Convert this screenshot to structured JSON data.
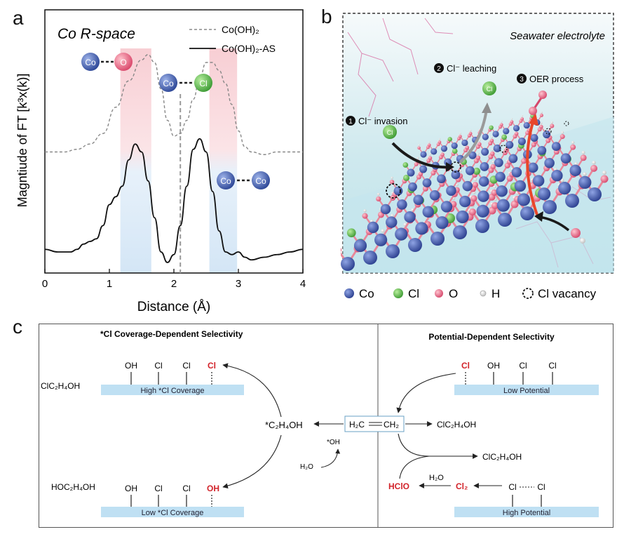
{
  "panel_labels": {
    "a": "a",
    "b": "b",
    "c": "c"
  },
  "chart_data": {
    "type": "line",
    "title": "Co R-space",
    "xlabel": "Distance (Å)",
    "ylabel": "Magntiude of FT [k³x(k)]",
    "xlim": [
      0,
      4
    ],
    "xticks": [
      "0",
      "1",
      "2",
      "3",
      "4"
    ],
    "legend_position": "top-right",
    "series": [
      {
        "name": "Co(OH)₂",
        "style": "dashed",
        "color": "#888888",
        "x": [
          0,
          0.3,
          0.5,
          0.7,
          0.9,
          1.1,
          1.3,
          1.5,
          1.6,
          1.7,
          1.8,
          1.9,
          2.0,
          2.1,
          2.2,
          2.3,
          2.4,
          2.5,
          2.6,
          2.7,
          2.8,
          2.9,
          3.0,
          3.1,
          3.2,
          3.4,
          3.6,
          3.8,
          4.0
        ],
        "y": [
          0.46,
          0.46,
          0.47,
          0.49,
          0.53,
          0.63,
          0.73,
          0.81,
          0.83,
          0.8,
          0.7,
          0.58,
          0.52,
          0.53,
          0.58,
          0.66,
          0.74,
          0.8,
          0.8,
          0.77,
          0.72,
          0.64,
          0.54,
          0.48,
          0.46,
          0.45,
          0.46,
          0.46,
          0.46
        ]
      },
      {
        "name": "Co(OH)₂-AS",
        "style": "solid",
        "color": "#111111",
        "x": [
          0,
          0.2,
          0.4,
          0.5,
          0.6,
          0.7,
          0.8,
          0.9,
          1.0,
          1.1,
          1.2,
          1.3,
          1.4,
          1.5,
          1.6,
          1.7,
          1.8,
          1.9,
          2.0,
          2.1,
          2.2,
          2.3,
          2.4,
          2.5,
          2.6,
          2.7,
          2.8,
          2.9,
          3.0,
          3.1,
          3.2,
          3.4,
          3.6,
          3.8,
          4.0
        ],
        "y": [
          0.09,
          0.08,
          0.08,
          0.09,
          0.11,
          0.12,
          0.13,
          0.18,
          0.26,
          0.29,
          0.33,
          0.43,
          0.49,
          0.46,
          0.35,
          0.21,
          0.08,
          0.04,
          0.07,
          0.18,
          0.33,
          0.47,
          0.51,
          0.46,
          0.31,
          0.16,
          0.08,
          0.07,
          0.08,
          0.06,
          0.05,
          0.06,
          0.07,
          0.08,
          0.09
        ]
      }
    ],
    "annotations": {
      "co_o": {
        "a": "Co",
        "b": "O"
      },
      "co_cl": {
        "a": "Co",
        "b": "Cl"
      },
      "co_co": {
        "a": "Co",
        "b": "Co"
      },
      "reference_line_x": 2.1
    },
    "shaded_regions": [
      {
        "x0": 1.17,
        "x1": 1.65,
        "top_color": "#f7c9cf",
        "bottom_color": "#cfe3f5"
      },
      {
        "x0": 2.55,
        "x1": 2.98,
        "top_color": "#f7c9cf",
        "bottom_color": "#cfe3f5"
      }
    ]
  },
  "panel_b": {
    "title": "Seawater electrolyte",
    "steps": [
      {
        "num": "1",
        "text": "Cl⁻ invasion"
      },
      {
        "num": "2",
        "text": "Cl⁻ leaching"
      },
      {
        "num": "3",
        "text": "OER process"
      }
    ],
    "atom_cl_label": "Cl",
    "legend": [
      {
        "label": "Co",
        "color": "#3f57a8"
      },
      {
        "label": "Cl",
        "color": "#58b84a"
      },
      {
        "label": "O",
        "color": "#e46f86"
      },
      {
        "label": "H",
        "color": "#eeeeee"
      },
      {
        "label": "Cl vacancy",
        "color": "none"
      }
    ],
    "colors": {
      "co": "#3f57a8",
      "cl": "#58b84a",
      "o": "#e46f86",
      "h": "#f2f2f2",
      "bond": "#e8889a"
    }
  },
  "panel_c": {
    "left_title": "*Cl Coverage-Dependent Selectivity",
    "right_title": "Potential-Dependent Selectivity",
    "high_coverage": {
      "bar": "High *Cl Coverage",
      "groups": [
        "OH",
        "Cl",
        "Cl",
        "Cl"
      ],
      "product": "ClC₂H₄OH"
    },
    "low_coverage": {
      "bar": "Low *Cl Coverage",
      "groups": [
        "OH",
        "Cl",
        "Cl",
        "OH"
      ],
      "product": "HOC₂H₄OH"
    },
    "intermediate": "*C₂H₄OH",
    "ethylene": {
      "left": "H₂C",
      "right": "CH₂"
    },
    "oh_reagent": "*OH",
    "water": "H₂O",
    "low_potential": {
      "bar": "Low Potential",
      "groups": [
        "Cl",
        "OH",
        "Cl",
        "Cl"
      ]
    },
    "high_potential": {
      "bar": "High Potential",
      "cl_left": "Cl",
      "cl_right": "Cl"
    },
    "product_right_1": "ClC₂H₄OH",
    "product_right_2": "ClC₂H₄OH",
    "hclo": "HClO",
    "cl2": "Cl₂",
    "water_right": "H₂O",
    "highlight_color": "#d2232a",
    "bar_color": "#bfe0f3"
  }
}
